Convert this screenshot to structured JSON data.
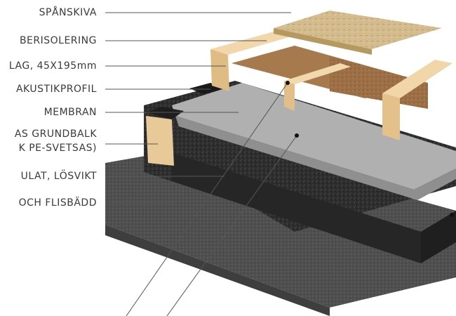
{
  "labels": {
    "l1": "SPÅNSKIVA",
    "l2": "BERISOLERING",
    "l3": "LAG, 45X195mm",
    "l4": "AKUSTIKPROFIL",
    "l5": "MEMBRAN",
    "l6_line1": "AS GRUNDBALK",
    "l6_line2": "K PE-SVETSAS)",
    "l7": "ULAT, LÖSVIKT",
    "l8": "OCH FLISBÄDD"
  },
  "colors": {
    "leader": "#555555",
    "wood": "#e6c795",
    "chipboard": "#cdb386",
    "insulation": "#9a6e44",
    "membrane": "#a9a9a9",
    "gravel": "#2b2b2b",
    "base": "#4e4e4e"
  }
}
